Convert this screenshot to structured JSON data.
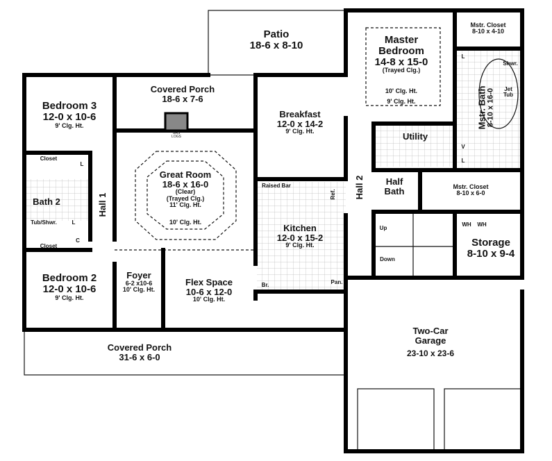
{
  "rooms": {
    "patio": {
      "name": "Patio",
      "size": "18-6 x 8-10"
    },
    "master_bedroom": {
      "name": "Master",
      "name2": "Bedroom",
      "size": "14-8 x 15-0",
      "note": "(Trayed Clg.)",
      "tray_ht": "10' Clg. Ht.",
      "ht": "9' Clg. Ht."
    },
    "master_closet_top": {
      "name": "Mstr. Closet",
      "size": "8-10 x 4-10"
    },
    "master_bath": {
      "name": "Mstr. Bath",
      "size": "8-10 x 16-0",
      "shower": "Shwr.",
      "tub": "Jet",
      "tub2": "Tub",
      "l1": "L",
      "l2": "L",
      "v": "V"
    },
    "bedroom3": {
      "name": "Bedroom 3",
      "size": "12-0 x 10-6",
      "ht": "9' Clg. Ht."
    },
    "covered_porch_rear": {
      "name": "Covered Porch",
      "size": "18-6 x 7-6"
    },
    "gas_logs": {
      "line1": "GAS",
      "line2": "LOGS"
    },
    "breakfast": {
      "name": "Breakfast",
      "size": "12-0 x 14-2",
      "ht": "9' Clg. Ht."
    },
    "utility": {
      "name": "Utility"
    },
    "great_room": {
      "name": "Great Room",
      "size": "18-6 x 16-0",
      "note1": "(Clear)",
      "note2": "(Trayed Clg.)",
      "tray_ht": "11' Clg. Ht.",
      "ht": "10' Clg. Ht."
    },
    "bath2": {
      "name": "Bath 2",
      "tub": "Tub/Shwr.",
      "closet1": "Closet",
      "closet2": "Closet",
      "l1": "L",
      "l2": "L",
      "c": "C"
    },
    "hall1": {
      "name": "Hall 1"
    },
    "hall2": {
      "name": "Hall 2"
    },
    "half_bath": {
      "name": "Half",
      "name2": "Bath"
    },
    "master_closet_mid": {
      "name": "Mstr. Closet",
      "size": "8-10 x 6-0"
    },
    "kitchen": {
      "name": "Kitchen",
      "size": "12-0 x 15-2",
      "ht": "9' Clg. Ht.",
      "raised_bar": "Raised Bar",
      "ref": "Ref.",
      "pan": "Pan.",
      "br": "Br."
    },
    "stairs": {
      "up": "Up",
      "down": "Down"
    },
    "storage": {
      "name": "Storage",
      "size": "8-10 x 9-4",
      "wh1": "WH",
      "wh2": "WH"
    },
    "bedroom2": {
      "name": "Bedroom 2",
      "size": "12-0 x 10-6",
      "ht": "9' Clg. Ht."
    },
    "foyer": {
      "name": "Foyer",
      "size": "6-2 x10-6",
      "ht": "10' Clg. Ht."
    },
    "flex_space": {
      "name": "Flex Space",
      "size": "10-6 x 12-0",
      "ht": "10' Clg. Ht."
    },
    "covered_porch_front": {
      "name": "Covered Porch",
      "size": "31-6 x 6-0"
    },
    "garage": {
      "name": "Two-Car",
      "name2": "Garage",
      "size": "23-10 x 23-6"
    }
  }
}
